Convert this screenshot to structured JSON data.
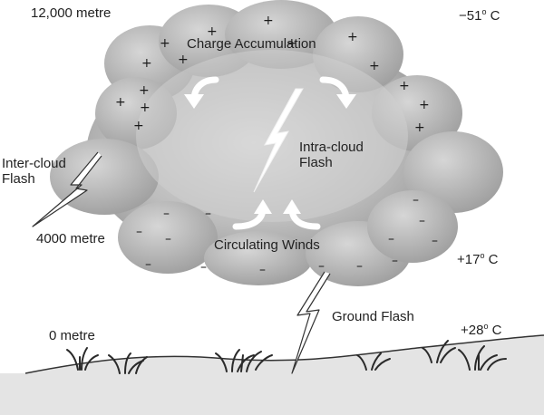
{
  "altitudes": {
    "top": "12,000 metre",
    "middle": "4000 metre",
    "ground": "0 metre"
  },
  "temperatures": {
    "top": {
      "value": "−51",
      "unit": " C"
    },
    "middle": {
      "value": "+17",
      "unit": " C"
    },
    "ground": {
      "value": "+28",
      "unit": " C"
    }
  },
  "degree_symbol": "o",
  "labels": {
    "charge_accumulation": "Charge Accumulation",
    "intra_cloud": "Intra-cloud\nFlash",
    "inter_cloud": "Inter-cloud\nFlash",
    "circulating_winds": "Circulating Winds",
    "ground_flash": "Ground Flash"
  },
  "charges": {
    "positive": "+",
    "negative": "–"
  },
  "colors": {
    "cloud_light": "#dcdcdc",
    "cloud_dark": "#8e8e8e",
    "ground": "#e3e3e3",
    "grass": "#2a2a2a"
  }
}
